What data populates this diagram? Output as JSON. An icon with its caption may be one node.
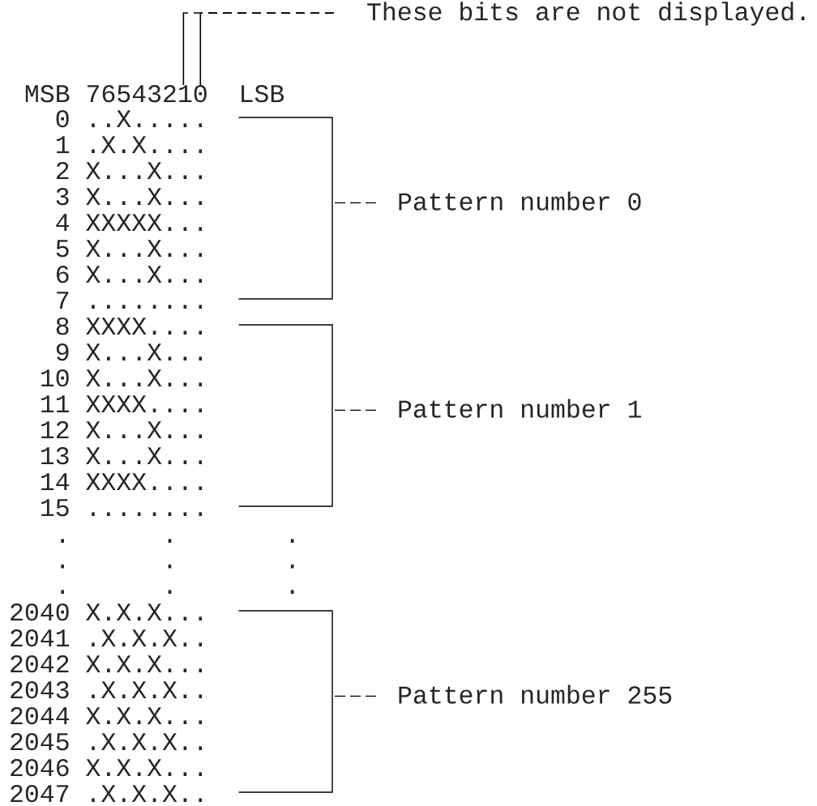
{
  "diagram": {
    "nodes": [
      {
        "text": [
          "These bits are not displayed."
        ]
      },
      {
        "text": [
          "76543210"
        ]
      }
    ],
    "edges": [
      {
        "from": 0,
        "to": 1,
        "arrow": "none"
      },
      {
        "from": 0,
        "to": 1,
        "arrow": "none"
      }
    ],
    "labels": [
      "MSB",
      "LSB",
      "0",
      "..X.....",
      "1",
      ".X.X....",
      "2",
      "X...X...",
      "3",
      "X...X...",
      "4",
      "XXXXX...",
      "5",
      "X...X...",
      "6",
      "X...X...",
      "7",
      "........",
      "8",
      "XXXX....",
      "9",
      "X...X...",
      "10",
      "X...X...",
      "11",
      "XXXX....",
      "12",
      "X...X...",
      "13",
      "X...X...",
      "14",
      "XXXX....",
      "15",
      "........",
      ".",
      ".",
      ".",
      ".",
      ".",
      ".",
      ".",
      ".",
      ".",
      "2040",
      "X.X.X...",
      "2041",
      ".X.X.X..",
      "2042",
      "X.X.X...",
      "2043",
      ".X.X.X..",
      "2044",
      "X.X.X...",
      "2045",
      ".X.X.X..",
      "2046",
      "X.X.X...",
      "2047",
      ".X.X.X..",
      "Pattern number 0",
      "Pattern number 1",
      "Pattern number 255"
    ]
  }
}
